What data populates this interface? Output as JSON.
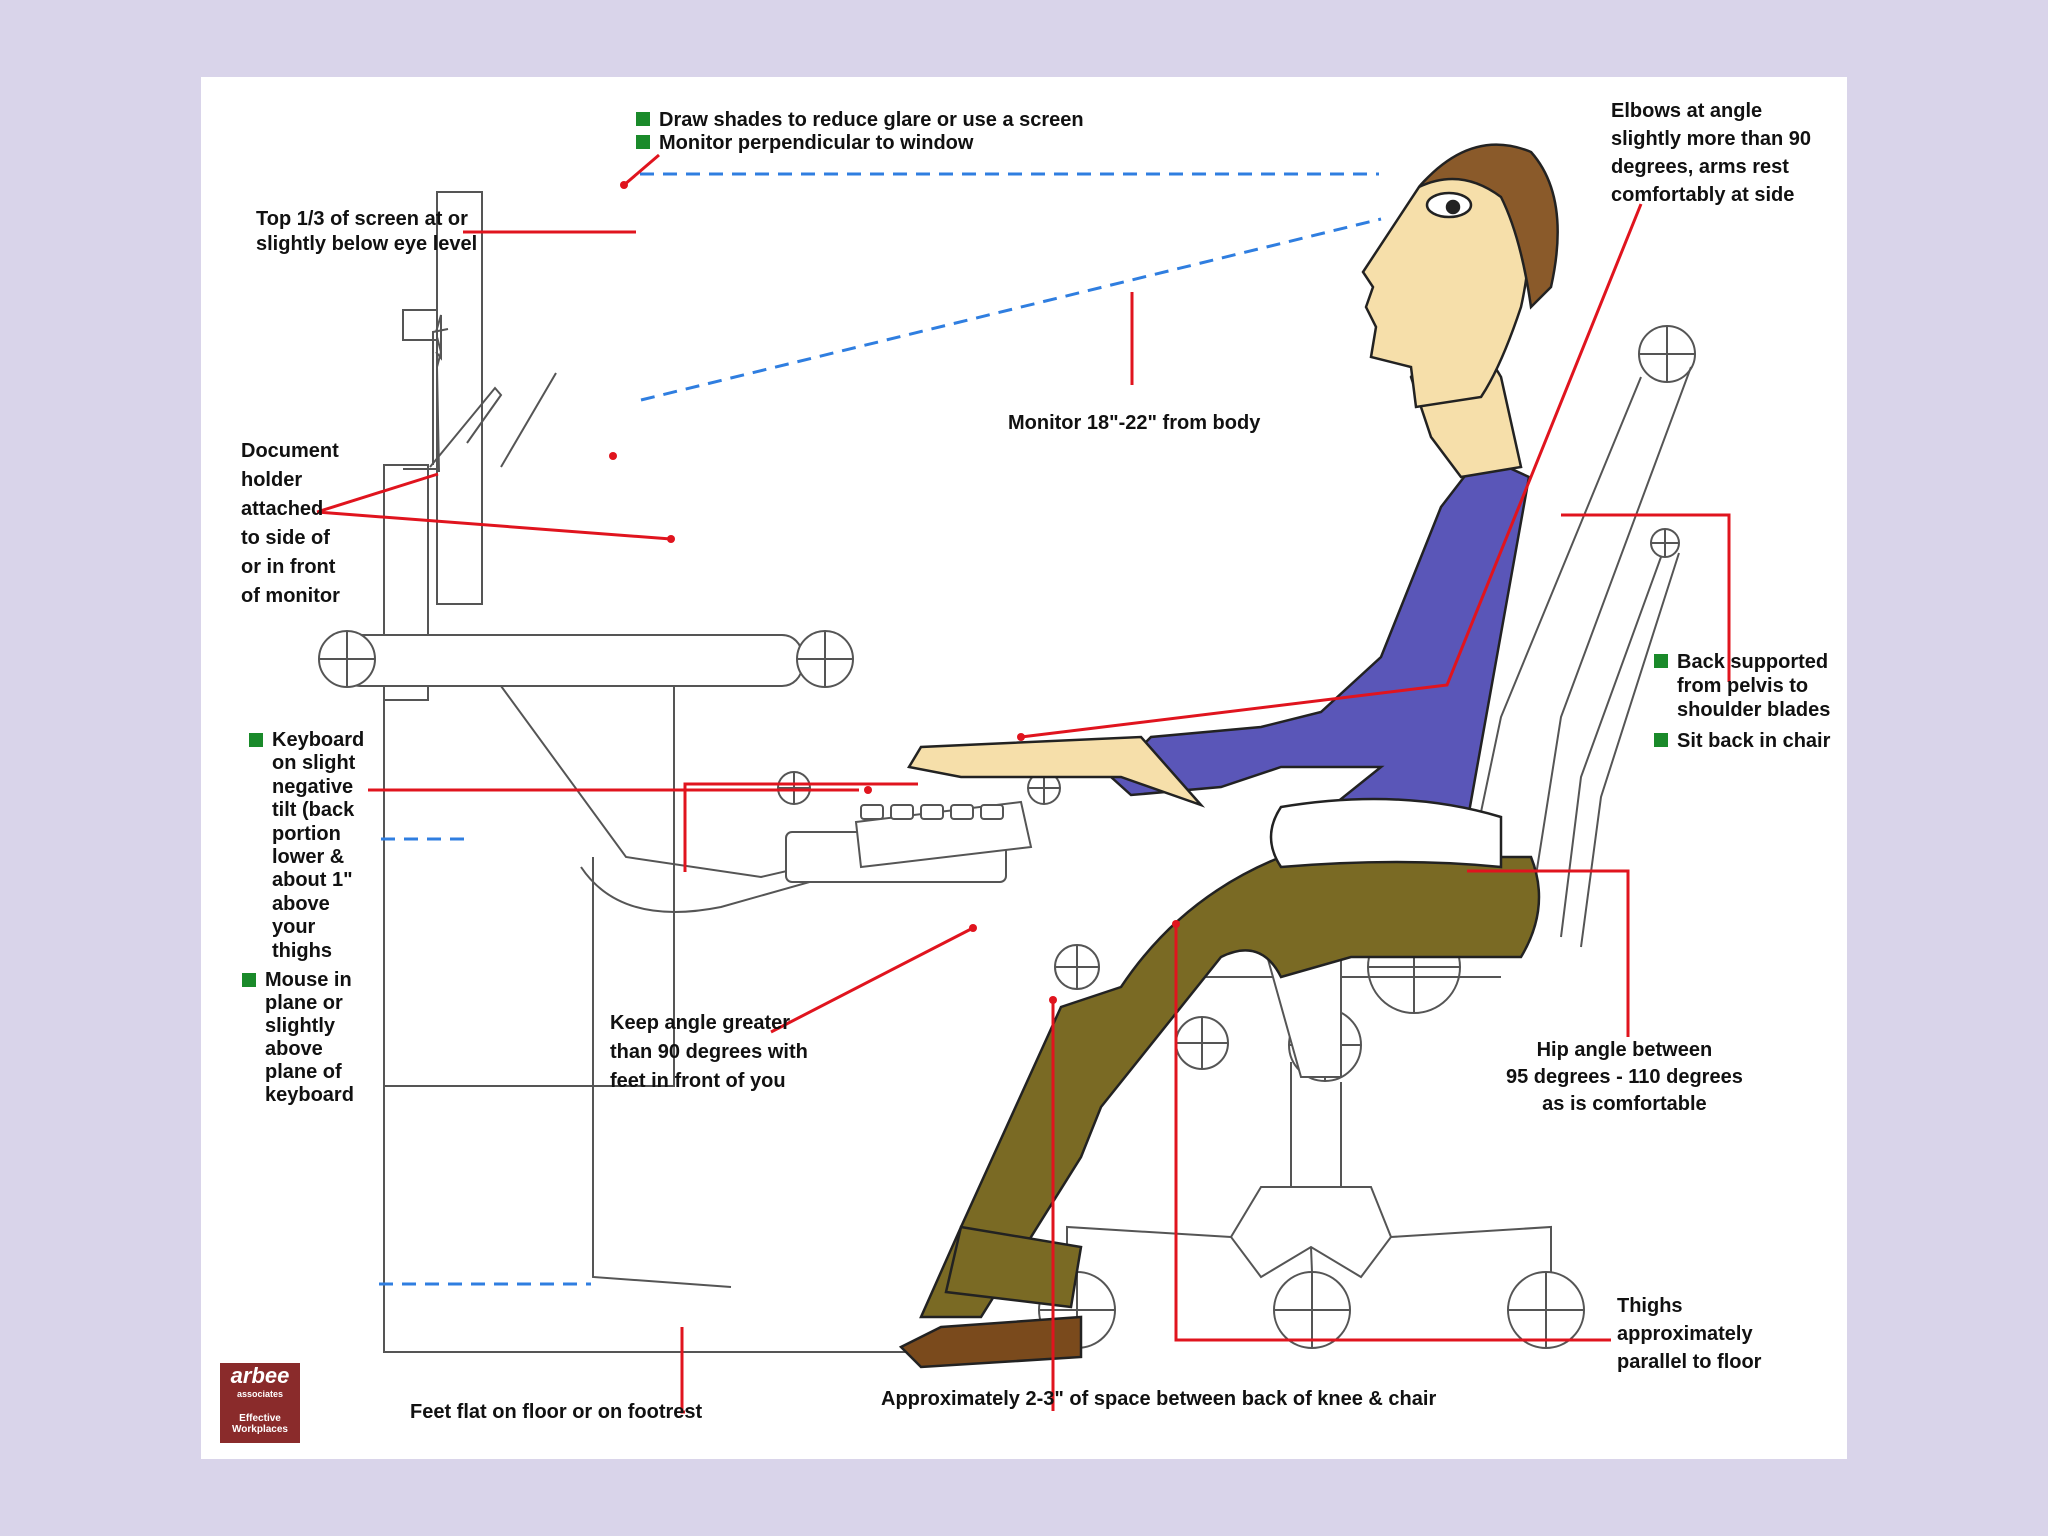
{
  "bullets_top": [
    "Draw shades to reduce glare or use a screen",
    "Monitor perpendicular to window"
  ],
  "label_screen_top": "Top 1/3 of screen at or\nslightly below eye level",
  "label_elbows": "Elbows at angle\nslightly more than 90\ndegrees, arms rest\ncomfortably at side",
  "label_monitor_distance": "Monitor 18\"-22\" from body",
  "label_document_holder": "Document\nholder\nattached\nto side of\nor in front\nof monitor",
  "bullets_back": [
    "Back supported\nfrom pelvis to\nshoulder blades",
    "Sit back in chair"
  ],
  "bullets_keyboard": [
    "Keyboard\non slight\nnegative\ntilt (back\nportion\nlower &\nabout 1\"\nabove\nyour\nthighs",
    "Mouse in\nplane or\nslightly\nabove\nplane of\nkeyboard"
  ],
  "label_knee_angle": "Keep angle greater\nthan 90 degrees with\nfeet in front of you",
  "label_hip_angle": "Hip angle between\n95 degrees - 110 degrees\nas is comfortable",
  "label_thighs": "Thighs\napproximately\nparallel to floor",
  "label_feet": "Feet flat on floor or on footrest",
  "label_knee_space": "Approximately 2-3\" of space between back of knee & chair",
  "logo": {
    "brand": "arbee",
    "sub": "associates",
    "tagline": "Effective\nWorkplaces"
  },
  "colors": {
    "background": "#d9d4ea",
    "callout_line": "#e0141e",
    "sight_line": "#2f7ee0",
    "bullet": "#1a8a2a",
    "shirt": "#5a56b8",
    "pants": "#7a6a24",
    "logo": "#8a2b2b"
  }
}
